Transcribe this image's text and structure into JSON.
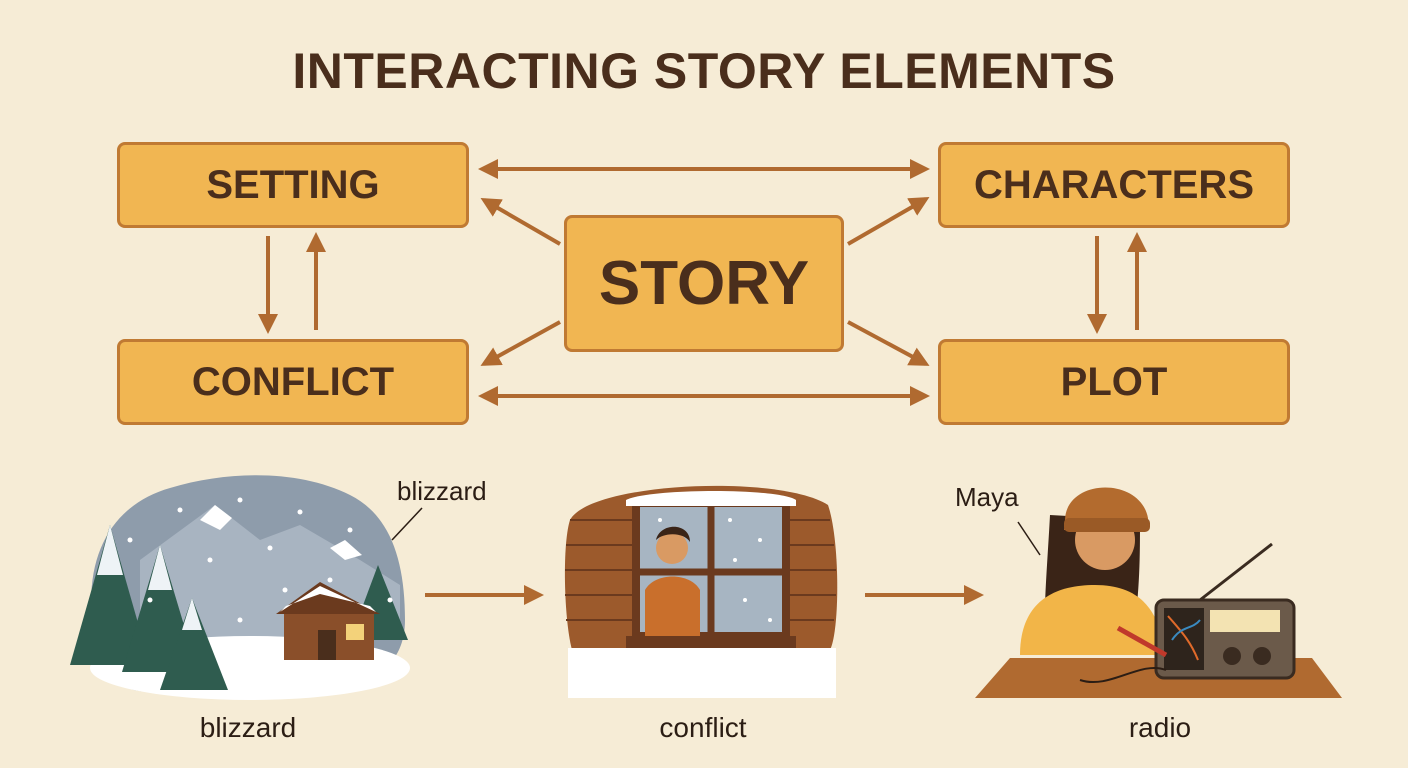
{
  "title": "INTERACTING STORY ELEMENTS",
  "diagram": {
    "center": "STORY",
    "nodes": {
      "setting": "SETTING",
      "characters": "CHARACTERS",
      "conflict": "CONFLICT",
      "plot": "PLOT"
    }
  },
  "illustrations": {
    "blizzard": {
      "caption": "blizzard",
      "callout": "blizzard"
    },
    "conflict": {
      "caption": "conflict"
    },
    "radio": {
      "caption": "radio",
      "callout": "Maya"
    }
  },
  "colors": {
    "background": "#f6ecd6",
    "box_fill": "#f1b652",
    "box_border": "#c07a33",
    "arrow": "#b06a30",
    "text": "#4a2e1c"
  }
}
